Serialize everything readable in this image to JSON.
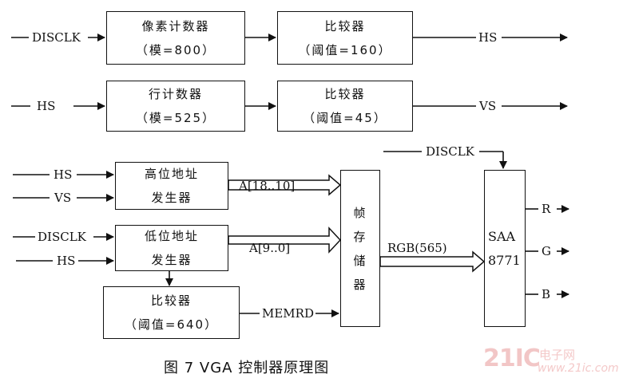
{
  "boxes": {
    "pixel_counter": {
      "line1": "像素计数器",
      "line2": "（模=800）"
    },
    "comparator_hs": {
      "line1": "比较器",
      "line2": "（阈值=160）"
    },
    "line_counter": {
      "line1": "行计数器",
      "line2": "（模=525）"
    },
    "comparator_vs": {
      "line1": "比较器",
      "line2": "（阈值=45）"
    },
    "high_addr_gen": {
      "line1": "高位地址",
      "line2": "发生器"
    },
    "low_addr_gen": {
      "line1": "低位地址",
      "line2": "发生器"
    },
    "comparator_memrd": {
      "line1": "比较器",
      "line2": "（阈值=640）"
    },
    "frame_buffer": {
      "chars": [
        "帧",
        "存",
        "储",
        "器"
      ]
    },
    "saa": {
      "line1": "SAA",
      "line2": "8771"
    }
  },
  "signals": {
    "disclk_1": "DISCLK",
    "hs_out": "HS",
    "hs_in_2": "HS",
    "vs_out": "VS",
    "hs_in_3": "HS",
    "vs_in_3": "VS",
    "disclk_4": "DISCLK",
    "hs_in_4": "HS",
    "disclk_top": "DISCLK",
    "addr_high": "A[18..10]",
    "addr_low": "A[9..0]",
    "rgb": "RGB(565)",
    "memrd": "MEMRD",
    "r": "R",
    "g": "G",
    "b": "B"
  },
  "caption": "图 7 VGA 控制器原理图",
  "watermark": {
    "logo": "21IC",
    "line1": "电子网",
    "line2": "www.21ic.com"
  }
}
